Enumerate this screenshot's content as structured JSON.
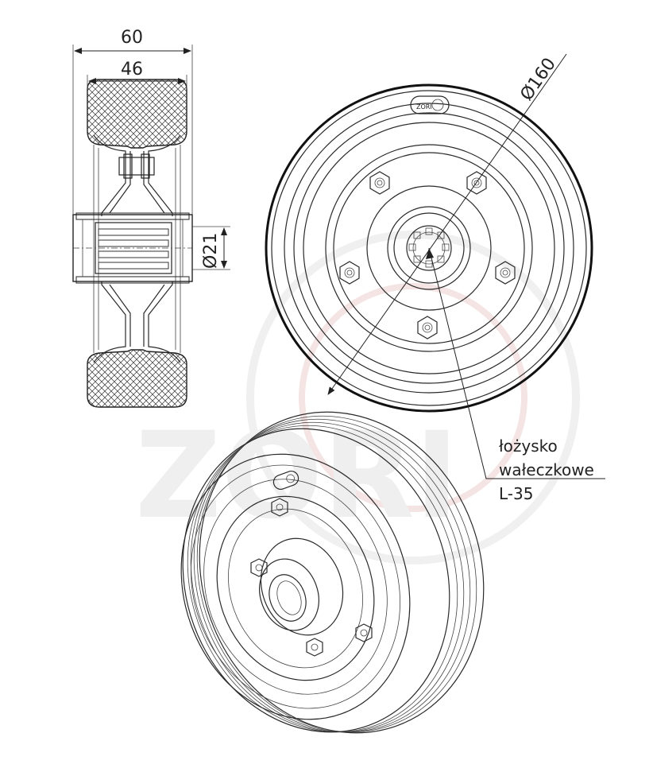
{
  "dimensions": {
    "overall_width": "60",
    "tread_width": "46",
    "bore_diameter": "Ø21",
    "wheel_diameter": "Ø160"
  },
  "bearing_note": {
    "line1": "łożysko",
    "line2": "wałeczkowe",
    "line3": "L-35"
  },
  "hub_label": "ZORI",
  "watermark": {
    "text": "ZORI",
    "colors": {
      "grey": "#e6e6e6",
      "red": "#f3dede"
    }
  },
  "colors": {
    "line": "#2a2a2a",
    "background": "#ffffff"
  }
}
